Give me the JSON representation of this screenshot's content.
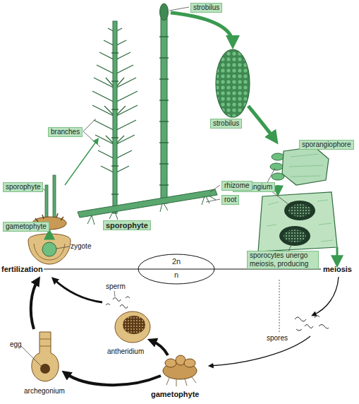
{
  "diagram": {
    "nodes": [
      {
        "text": [
          "strobilus"
        ]
      },
      {
        "text": [
          "branches"
        ]
      },
      {
        "text": [
          "strobilus"
        ]
      },
      {
        "text": [
          "sporangiophore"
        ]
      },
      {
        "text": [
          "sporangium"
        ]
      },
      {
        "text": [
          "sporophyte"
        ]
      },
      {
        "text": [
          "rhizome"
        ]
      },
      {
        "text": [
          "root"
        ]
      },
      {
        "text": [
          "sporophyte"
        ]
      },
      {
        "text": [
          "gametophyte"
        ]
      },
      {
        "text": [
          "sporocytes unergo meiosis, producing"
        ]
      },
      {
        "text": [
          "2n",
          "n"
        ]
      }
    ],
    "labels": [
      "zygote",
      "fertilization",
      "meiosis",
      "sperm",
      "spores",
      "egg",
      "antheridium",
      "archegonium",
      "gametophyte"
    ]
  }
}
